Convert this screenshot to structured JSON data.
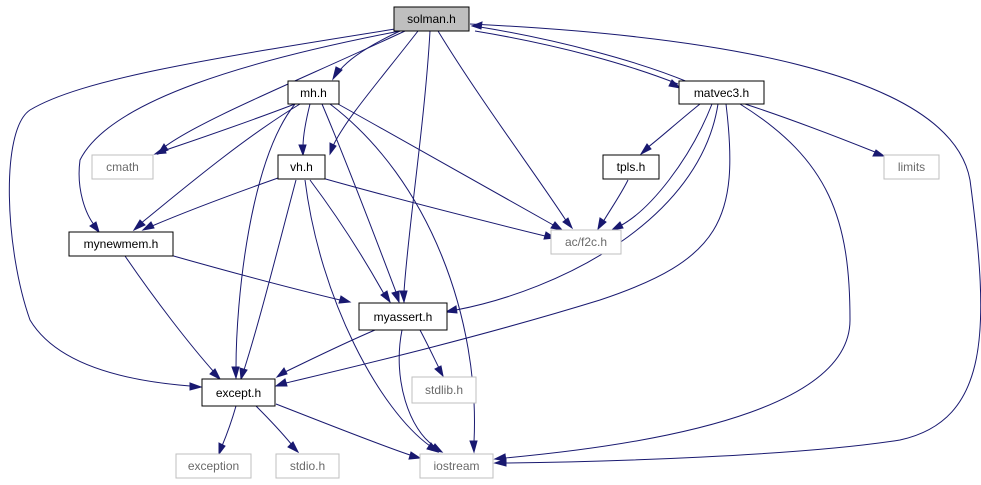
{
  "nodes": {
    "solman": "solman.h",
    "mh": "mh.h",
    "matvec3": "matvec3.h",
    "cmath": "cmath",
    "vh": "vh.h",
    "tpls": "tpls.h",
    "limits": "limits",
    "mynewmem": "mynewmem.h",
    "af2c": "ac/f2c.h",
    "myassert": "myassert.h",
    "except": "except.h",
    "stdlib": "stdlib.h",
    "exception": "exception",
    "stdio": "stdio.h",
    "iostream": "iostream"
  },
  "colors": {
    "edge": "#191970",
    "root_fill": "#bfbfbf",
    "external_border": "#bfbfbf",
    "node_border": "#000000"
  }
}
